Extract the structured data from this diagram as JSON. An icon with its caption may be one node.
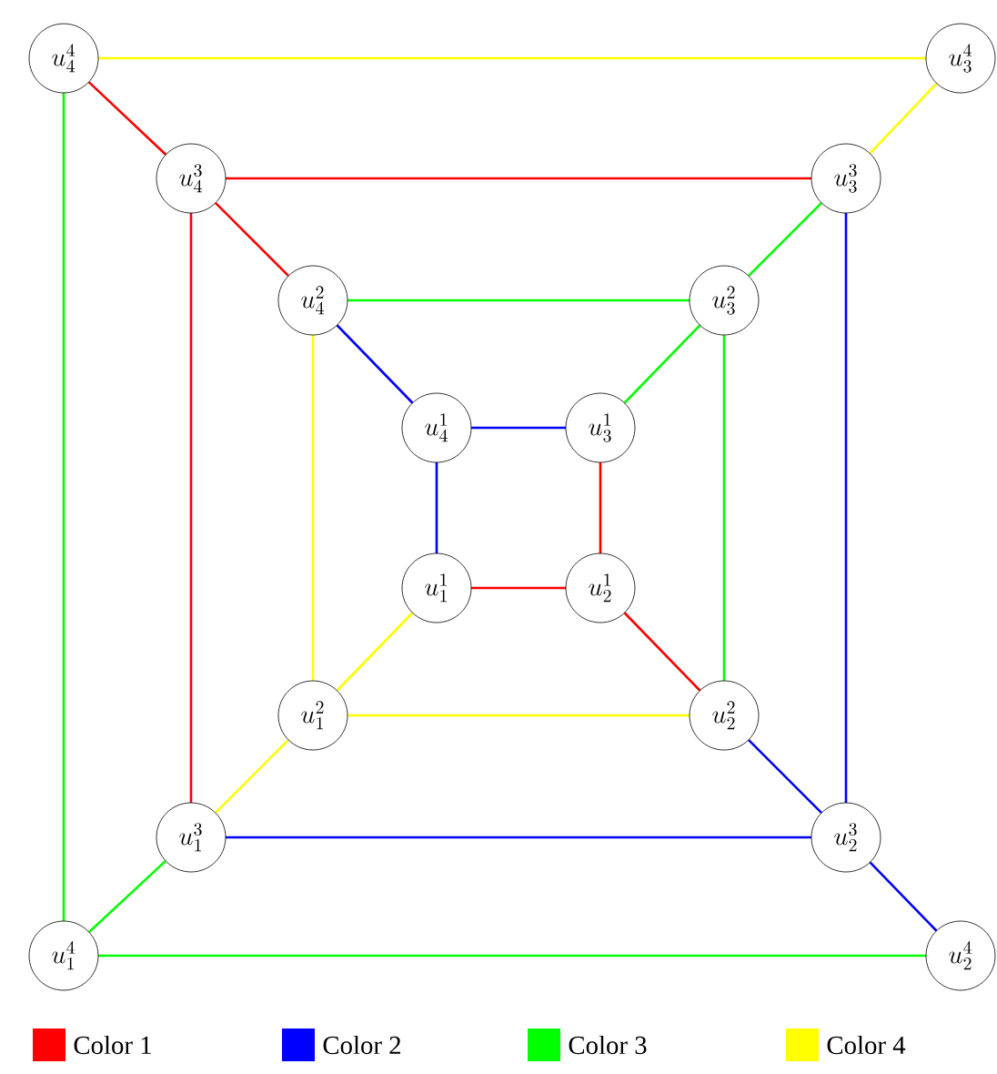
{
  "diagram": {
    "nodes": [
      {
        "text": [
          "u_4^4"
        ]
      },
      {
        "text": [
          "u_3^4"
        ]
      },
      {
        "text": [
          "u_4^3"
        ]
      },
      {
        "text": [
          "u_3^3"
        ]
      },
      {
        "text": [
          "u_4^2"
        ]
      },
      {
        "text": [
          "u_3^2"
        ]
      },
      {
        "text": [
          "u_4^1"
        ]
      },
      {
        "text": [
          "u_3^1"
        ]
      },
      {
        "text": [
          "u_1^1"
        ]
      },
      {
        "text": [
          "u_2^1"
        ]
      },
      {
        "text": [
          "u_1^2"
        ]
      },
      {
        "text": [
          "u_2^2"
        ]
      },
      {
        "text": [
          "u_1^3"
        ]
      },
      {
        "text": [
          "u_2^3"
        ]
      },
      {
        "text": [
          "u_1^4"
        ]
      },
      {
        "text": [
          "u_2^4"
        ]
      }
    ],
    "edges": [
      {
        "from": 6,
        "to": 7,
        "arrow": "none",
        "color": "#0000ff"
      },
      {
        "from": 7,
        "to": 9,
        "arrow": "none",
        "color": "#ff0000"
      },
      {
        "from": 8,
        "to": 9,
        "arrow": "none",
        "color": "#ff0000"
      },
      {
        "from": 6,
        "to": 8,
        "arrow": "none",
        "color": "#0000ff"
      },
      {
        "from": 4,
        "to": 5,
        "arrow": "none",
        "color": "#00ff00"
      },
      {
        "from": 5,
        "to": 11,
        "arrow": "none",
        "color": "#00ff00"
      },
      {
        "from": 10,
        "to": 11,
        "arrow": "none",
        "color": "#ffff00"
      },
      {
        "from": 4,
        "to": 10,
        "arrow": "none",
        "color": "#ffff00"
      },
      {
        "from": 2,
        "to": 3,
        "arrow": "none",
        "color": "#ff0000"
      },
      {
        "from": 3,
        "to": 13,
        "arrow": "none",
        "color": "#0000ff"
      },
      {
        "from": 12,
        "to": 13,
        "arrow": "none",
        "color": "#0000ff"
      },
      {
        "from": 2,
        "to": 12,
        "arrow": "none",
        "color": "#ff0000"
      },
      {
        "from": 0,
        "to": 1,
        "arrow": "none",
        "color": "#ffff00"
      },
      {
        "from": 14,
        "to": 15,
        "arrow": "none",
        "color": "#00ff00"
      },
      {
        "from": 0,
        "to": 14,
        "arrow": "none",
        "color": "#00ff00"
      },
      {
        "from": 0,
        "to": 2,
        "arrow": "none",
        "color": "#ff0000"
      },
      {
        "from": 2,
        "to": 4,
        "arrow": "none",
        "color": "#ff0000"
      },
      {
        "from": 4,
        "to": 6,
        "arrow": "none",
        "color": "#0000ff"
      },
      {
        "from": 1,
        "to": 3,
        "arrow": "none",
        "color": "#ffff00"
      },
      {
        "from": 3,
        "to": 5,
        "arrow": "none",
        "color": "#00ff00"
      },
      {
        "from": 5,
        "to": 7,
        "arrow": "none",
        "color": "#00ff00"
      },
      {
        "from": 14,
        "to": 12,
        "arrow": "none",
        "color": "#00ff00"
      },
      {
        "from": 12,
        "to": 10,
        "arrow": "none",
        "color": "#ffff00"
      },
      {
        "from": 10,
        "to": 8,
        "arrow": "none",
        "color": "#ffff00"
      },
      {
        "from": 15,
        "to": 13,
        "arrow": "none",
        "color": "#0000ff"
      },
      {
        "from": 13,
        "to": 11,
        "arrow": "none",
        "color": "#0000ff"
      },
      {
        "from": 11,
        "to": 9,
        "arrow": "none",
        "color": "#ff0000"
      }
    ],
    "legend": [
      {
        "text": "Color 1",
        "color": "#ff0000"
      },
      {
        "text": "Color 2",
        "color": "#0000ff"
      },
      {
        "text": "Color 3",
        "color": "#00ff00"
      },
      {
        "text": "Color 4",
        "color": "#ffff00"
      }
    ]
  }
}
